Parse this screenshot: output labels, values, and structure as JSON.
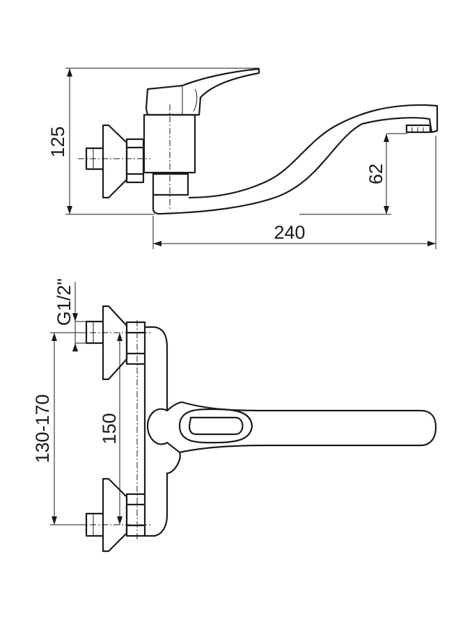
{
  "dimensions": {
    "height_total": "125",
    "spout_height": "62",
    "spout_reach": "240",
    "thread": "G1/2\"",
    "connection_spacing": "130-170",
    "body_spacing": "150"
  }
}
